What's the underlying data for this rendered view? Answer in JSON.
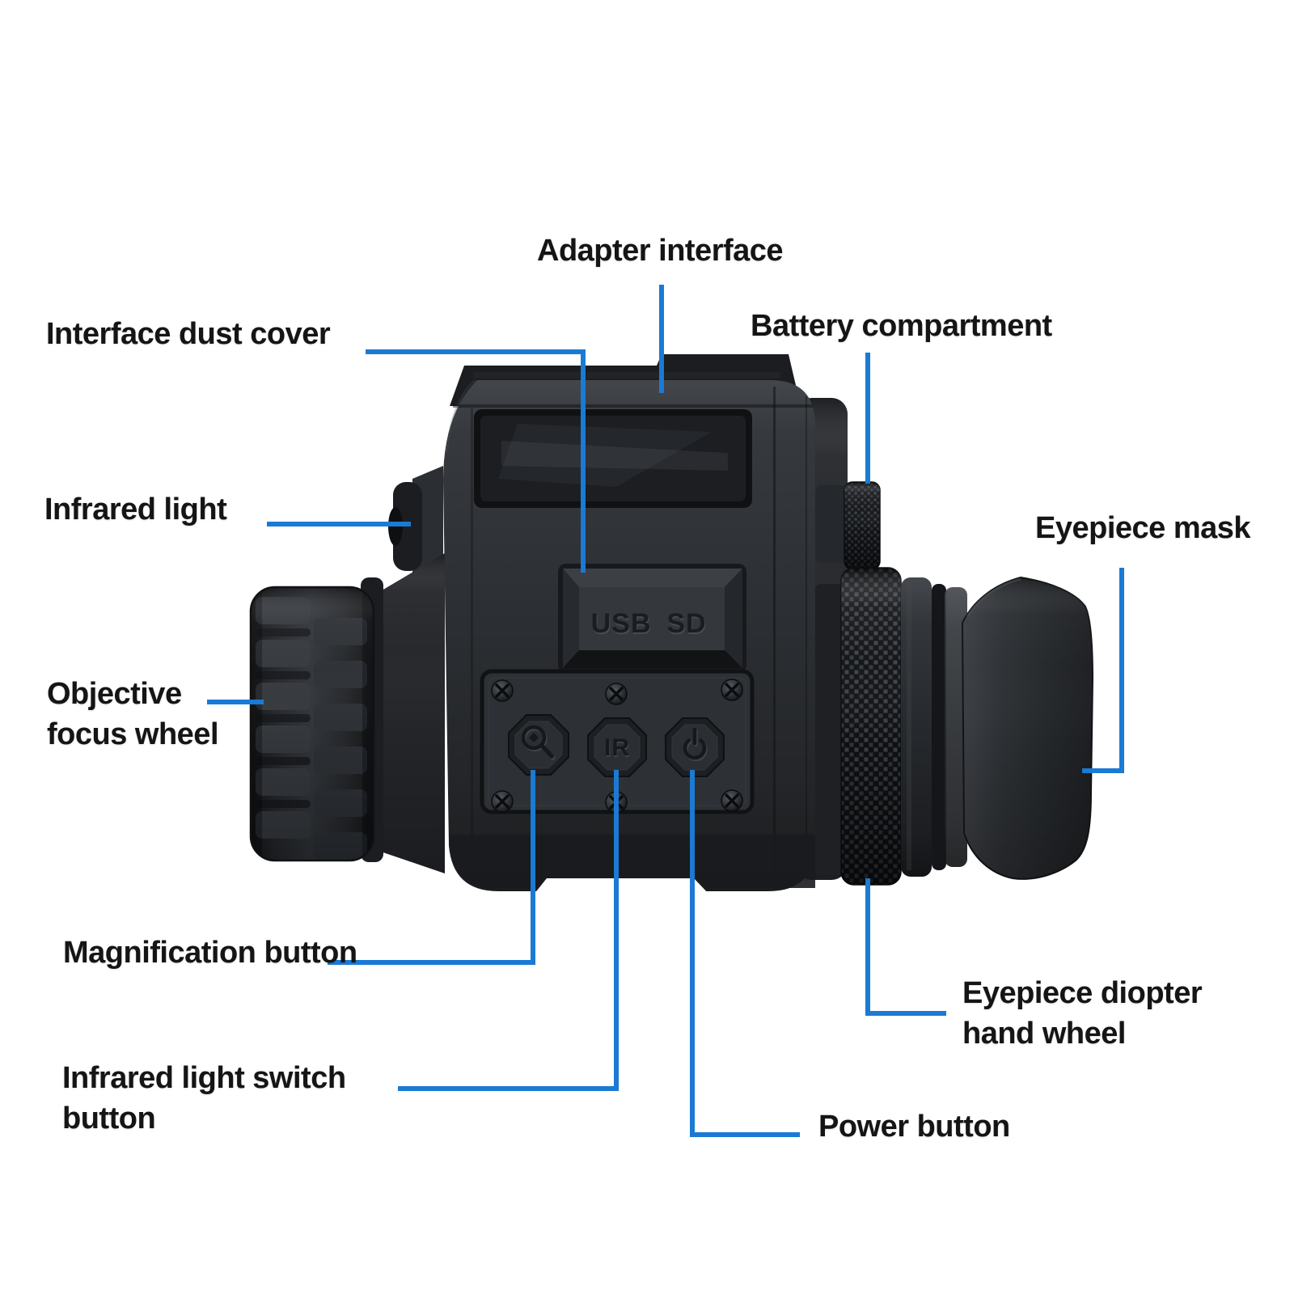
{
  "page": {
    "type": "product-annotation-diagram",
    "background": "#ffffff"
  },
  "style": {
    "connector_color": "#1b7ad4",
    "label_color": "#151515"
  },
  "labels": {
    "adapter_interface": "Adapter interface",
    "interface_dust_cover": "Interface dust cover",
    "battery_compartment": "Battery compartment",
    "infrared_light": "Infrared light",
    "eyepiece_mask": "Eyepiece mask",
    "objective_focus_wheel": "Objective\nfocus wheel",
    "magnification_button": "Magnification button",
    "infrared_light_switch_button": "Infrared light switch\nbutton",
    "power_button": "Power button",
    "eyepiece_diopter_hand_wheel": "Eyepiece diopter\nhand wheel"
  },
  "device_markings": {
    "usb": "USB",
    "sd": "SD",
    "ir": "IR"
  }
}
